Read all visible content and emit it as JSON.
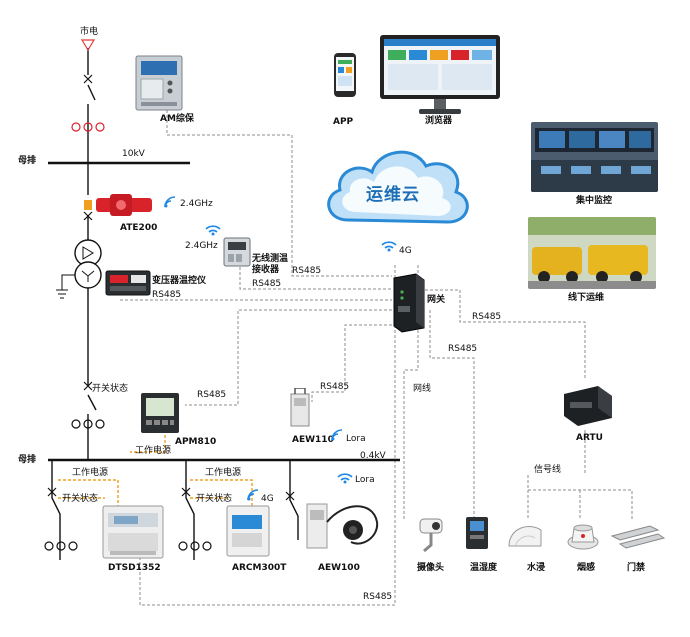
{
  "labels": {
    "city_power": "市电",
    "busbar_top": "母排",
    "kv10": "10kV",
    "am_protection": "AM综保",
    "ate200": "ATE200",
    "ghz_1": "2.4GHz",
    "ghz_2": "2.4GHz",
    "wireless_receiver_1": "无线测温",
    "wireless_receiver_2": "接收器",
    "transformer_ctrl": "变压器温控仪",
    "rs485_receiver": "RS485",
    "rs485_ctrl": "RS485",
    "rs485_left": "RS485",
    "app": "APP",
    "browser": "浏览器",
    "cloud": "运维云",
    "g4_gateway": "4G",
    "gateway": "网关",
    "central_monitor": "集中监控",
    "offline_ops": "线下运维",
    "rs485_r1": "RS485",
    "rs485_r2": "RS485",
    "rs485_apm": "RS485",
    "rs485_aew": "RS485",
    "network_cable": "网线",
    "switch_state_1": "开关状态",
    "switch_state_2": "开关状态",
    "switch_state_3": "开关状态",
    "apm810": "APM810",
    "work_power_1": "工作电源",
    "work_power_2": "工作电源",
    "work_power_3": "工作电源",
    "lora_1": "Lora",
    "lora_2": "Lora",
    "aew110": "AEW110",
    "kv04": "0.4kV",
    "busbar_bottom": "母排",
    "g4_arcm": "4G",
    "artu": "ARTU",
    "signal_line": "信号线",
    "dtsd1352": "DTSD1352",
    "arcm300t": "ARCM300T",
    "aew100": "AEW100",
    "camera": "摄像头",
    "temp_humidity": "温湿度",
    "water_leak": "水浸",
    "smoke": "烟感",
    "door": "门禁",
    "rs485_bottom": "RS485"
  },
  "colors": {
    "ct_red": "#d8232a",
    "wire_dash": "#8a8a8a",
    "power_dash": "#f0a020",
    "cloud_blue": "#2b8ad6",
    "wifi_blue": "#1e88e5"
  }
}
